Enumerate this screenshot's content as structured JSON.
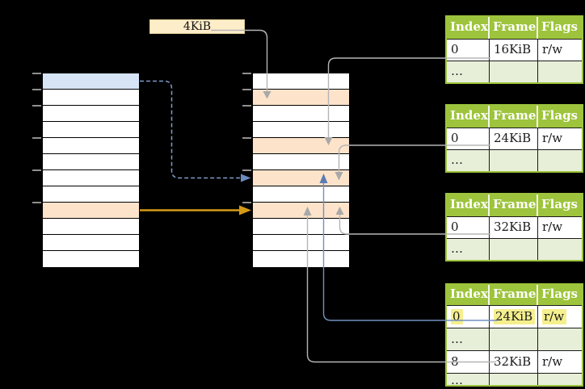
{
  "page_size_label": "4KiB",
  "colors": {
    "background": "#000000",
    "table_header_green": "#9dc43c",
    "table_row_light_green": "#e8efd9",
    "table_row_white": "#ffffff",
    "memory_row_blue": "#d6e4f6",
    "memory_row_orange": "#fde3ca",
    "yellow_text_highlight": "#f5ef8e",
    "gray_connector": "#b5b5b5",
    "blue_connector": "#7191c1",
    "dashed_blue_connector": "#7e9cc9",
    "orange_connector": "#d49a16",
    "label_box_fill": "#fdedc8",
    "tick_gray": "#909090"
  },
  "memory_columns": {
    "left": {
      "rows": [
        "blue",
        "white",
        "white",
        "white",
        "white",
        "white",
        "white",
        "white",
        "orange",
        "white",
        "white",
        "white"
      ],
      "tick_rows": [
        0,
        1,
        2,
        4,
        6,
        8
      ]
    },
    "middle": {
      "rows": [
        "white",
        "orange",
        "white",
        "white",
        "orange",
        "white",
        "orange",
        "white",
        "orange",
        "white",
        "white",
        "white"
      ],
      "tick_rows": [
        0,
        1,
        2,
        4,
        6,
        8
      ]
    }
  },
  "page_tables": [
    {
      "headers": [
        "Index",
        "Frame",
        "Flags"
      ],
      "rows": [
        {
          "cells": [
            "0",
            "16KiB",
            "r/w"
          ],
          "shade": "white",
          "highlight": false
        },
        {
          "cells": [
            "…",
            "",
            ""
          ],
          "shade": "green",
          "highlight": false
        }
      ]
    },
    {
      "headers": [
        "Index",
        "Frame",
        "Flags"
      ],
      "rows": [
        {
          "cells": [
            "0",
            "24KiB",
            "r/w"
          ],
          "shade": "white",
          "highlight": false
        },
        {
          "cells": [
            "…",
            "",
            ""
          ],
          "shade": "green",
          "highlight": false
        }
      ]
    },
    {
      "headers": [
        "Index",
        "Frame",
        "Flags"
      ],
      "rows": [
        {
          "cells": [
            "0",
            "32KiB",
            "r/w"
          ],
          "shade": "white",
          "highlight": false
        },
        {
          "cells": [
            "…",
            "",
            ""
          ],
          "shade": "green",
          "highlight": false
        }
      ]
    },
    {
      "headers": [
        "Index",
        "Frame",
        "Flags"
      ],
      "rows": [
        {
          "cells": [
            "0",
            "24KiB",
            "r/w"
          ],
          "shade": "white",
          "highlight": true
        },
        {
          "cells": [
            "…",
            "",
            ""
          ],
          "shade": "green",
          "highlight": false
        },
        {
          "cells": [
            "8",
            "32KiB",
            "r/w"
          ],
          "shade": "white",
          "highlight": false
        },
        {
          "cells": [
            "…",
            "",
            ""
          ],
          "shade": "green",
          "highlight": false
        }
      ]
    }
  ],
  "connectors": [
    {
      "id": "label-to-frame",
      "from": "4KiB label",
      "to": "middle column row 2",
      "style": "gray"
    },
    {
      "id": "table1-to-frame",
      "from": "page table 1 frame 16KiB",
      "to": "middle column row 5",
      "style": "gray"
    },
    {
      "id": "table2-to-frame",
      "from": "page table 2 frame 24KiB",
      "to": "middle column row 7",
      "style": "gray"
    },
    {
      "id": "table3-to-frame",
      "from": "page table 3 frame 32KiB",
      "to": "middle column row 9",
      "style": "gray"
    },
    {
      "id": "table4-row0-to-frame",
      "from": "page table 4 frame 24KiB",
      "to": "middle column row 7",
      "style": "blue"
    },
    {
      "id": "table4-row8-to-frame",
      "from": "page table 4 frame 32KiB",
      "to": "middle column row 9",
      "style": "gray"
    },
    {
      "id": "left-blue-row-to-middle",
      "from": "left column row 1",
      "to": "middle column row 7",
      "style": "dashed-blue"
    },
    {
      "id": "left-orange-row-to-middle",
      "from": "left column row 9",
      "to": "middle column row 9",
      "style": "orange"
    }
  ]
}
